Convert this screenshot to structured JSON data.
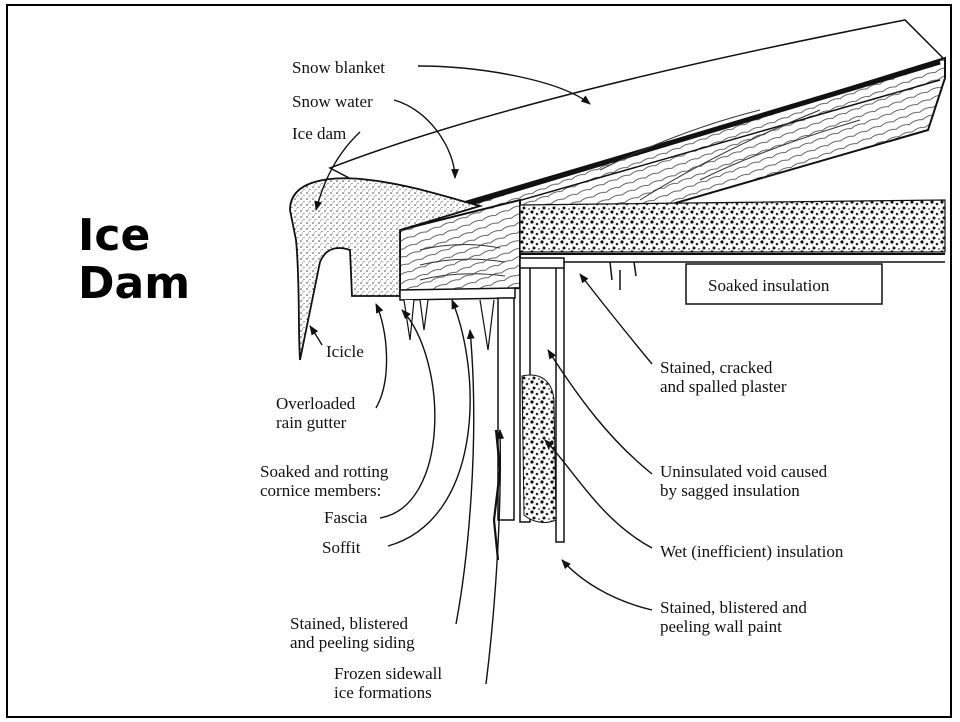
{
  "title": {
    "line1": "Ice",
    "line2": "Dam"
  },
  "labels": {
    "snow_blanket": "Snow blanket",
    "snow_water": "Snow water",
    "ice_dam": "Ice dam",
    "icicle": "Icicle",
    "gutter_1": "Overloaded",
    "gutter_2": "rain gutter",
    "cornice_1": "Soaked and rotting",
    "cornice_2": "cornice members:",
    "fascia": "Fascia",
    "soffit": "Soffit",
    "siding_1": "Stained, blistered",
    "siding_2": "and peeling siding",
    "sidewall_1": "Frozen sidewall",
    "sidewall_2": "ice formations",
    "soaked_insulation": "Soaked insulation",
    "plaster_1": "Stained, cracked",
    "plaster_2": "and spalled plaster",
    "void_1": "Uninsulated void caused",
    "void_2": "by sagged insulation",
    "wet_insulation": "Wet (inefficient) insulation",
    "paint_1": "Stained, blistered and",
    "paint_2": "peeling wall paint"
  }
}
